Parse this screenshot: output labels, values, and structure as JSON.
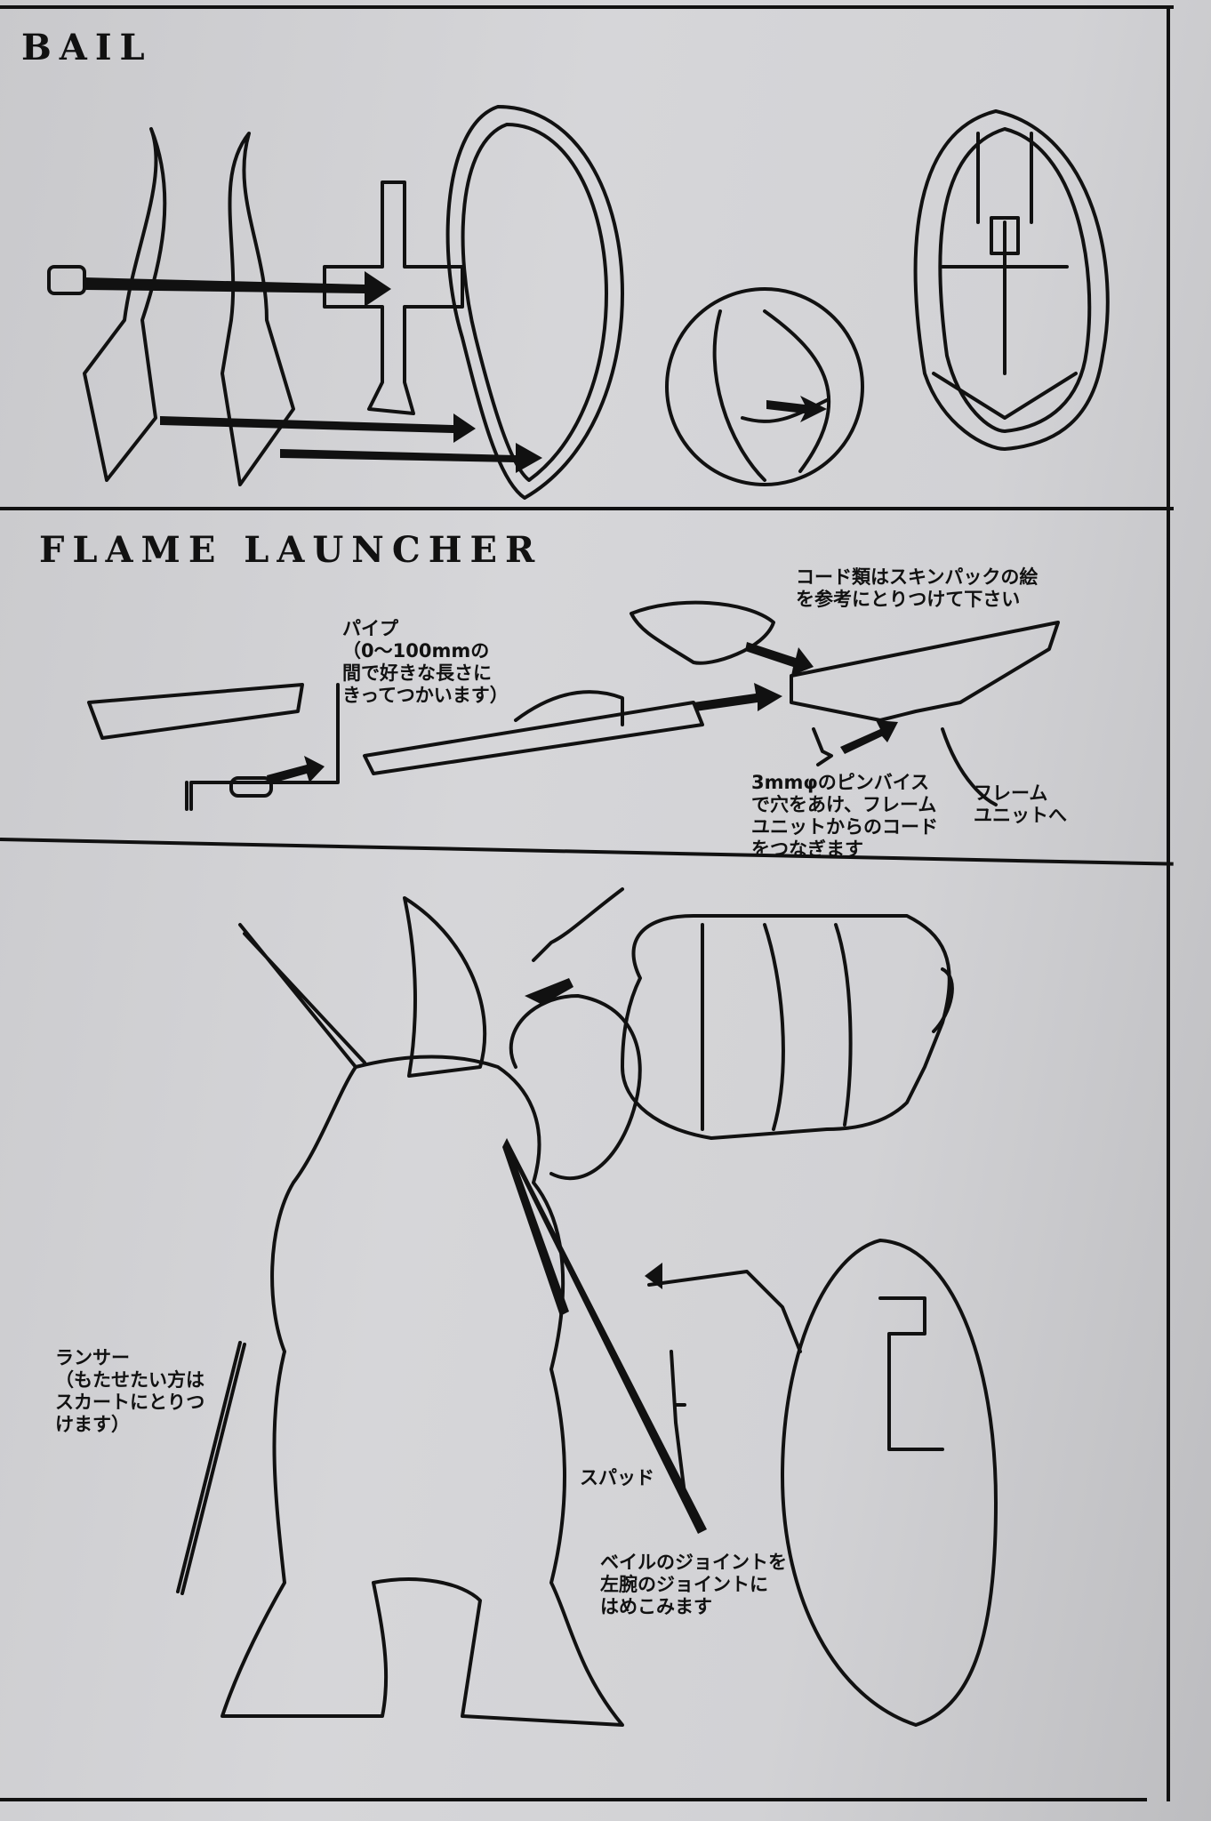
{
  "sections": {
    "bail": {
      "title": "BAIL"
    },
    "flame_launcher": {
      "title": "FLAME LAUNCHER",
      "notes": {
        "pipe": "パイプ\n（0～100mmの\n間で好きな長さに\nきってつかいます）",
        "cords": "コード類はスキンパックの絵\nを参考にとりつけて下さい",
        "pin_vise": "3mmφのピンバイス\nで穴をあけ、フレーム\nユニットからのコード\nをつなぎます",
        "to_frame": "フレーム\nユニットへ"
      }
    },
    "assembly": {
      "notes": {
        "lancer": "ランサー\n（もたせたい方は\nスカートにとりつ\nけます）",
        "spud": "スパッド",
        "bail_joint": "ベイルのジョイントを\n左腕のジョイントに\nはめこみます"
      }
    }
  }
}
